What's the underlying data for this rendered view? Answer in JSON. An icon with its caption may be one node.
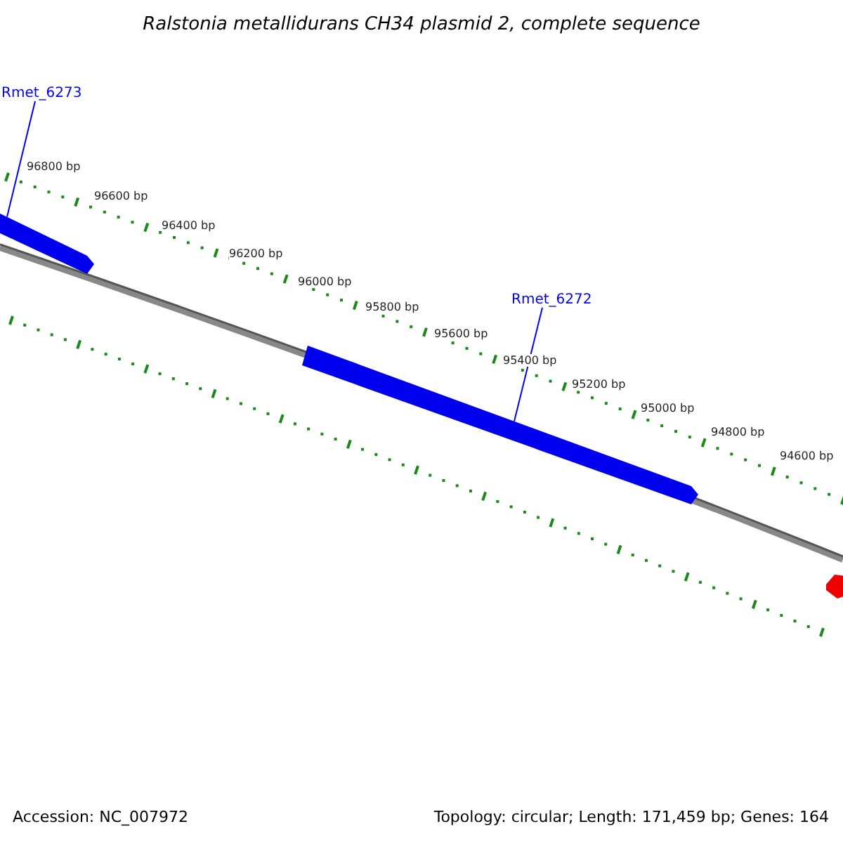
{
  "diagram": {
    "title": "Ralstonia metallidurans CH34 plasmid 2, complete sequence",
    "nodes": [
      {
        "text": [
          "Rmet_6273"
        ]
      },
      {
        "text": [],
        "shape": "bar"
      },
      {
        "text": [
          "Rmet_6272"
        ]
      },
      {
        "text": [],
        "shape": "bar"
      },
      {
        "text": [],
        "shape": "bar"
      }
    ],
    "edges": [
      {
        "from": 0,
        "to": 1,
        "arrow": "none"
      },
      {
        "from": 2,
        "to": 3,
        "arrow": "none"
      }
    ],
    "labels": [
      "96800 bp",
      "96600 bp",
      "96400 bp",
      "96200 bp",
      "96000 bp",
      "95800 bp",
      "95600 bp",
      "95400 bp",
      "95200 bp",
      "95000 bp",
      "94800 bp",
      "94600 bp",
      "Accession: NC_007972",
      "Topology: circular; Length: 171,459 bp; Genes: 164"
    ]
  }
}
